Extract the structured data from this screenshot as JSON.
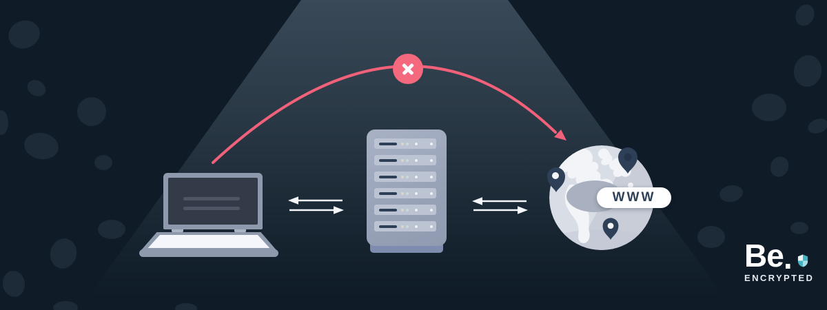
{
  "illustration": {
    "www_badge": "WWW"
  },
  "logo": {
    "brand": "Be",
    "brand_dot": ".",
    "tagline": "ENCRYPTED"
  },
  "icons": {
    "laptop": "laptop-icon",
    "server": "server-rack-icon",
    "globe": "globe-icon",
    "pins": "map-pin-icon",
    "blocked": "blocked-x-icon",
    "transfer": "double-arrow-icon",
    "shield": "shield-icon"
  },
  "colors": {
    "bg": "#0f1c28",
    "beam-top": "rgba(100,118,134,0.5)",
    "blob": "#1d2a37",
    "accent-red": "#f2617a",
    "badge-red": "#f5697f",
    "device-gray": "#8e99ad",
    "screen-dark": "#333a48",
    "screen-line": "#4e5665",
    "base-white": "#f4f6fb",
    "server-bay": "#bcc4d3",
    "server-foot": "#7e8cb0",
    "navy": "#2e4057",
    "globe-base": "#d9dde6",
    "globe-shade": "#c3c9d5",
    "continent": "#f2f4f8",
    "globe-oval": "#a9b0bf",
    "pill-bg": "#ffffff",
    "arrow-white": "#f5f7fa",
    "logo-white": "#ffffff",
    "tagline-color": "#e4eaf0",
    "shield-teal": "#45b3c1",
    "shield-light": "#e8f4f6",
    "shield-mid": "#a8dde5",
    "dot-cream": "#d8d8cf",
    "dot-mint": "#ccdcd5",
    "dot-white": "#eef1f6"
  }
}
